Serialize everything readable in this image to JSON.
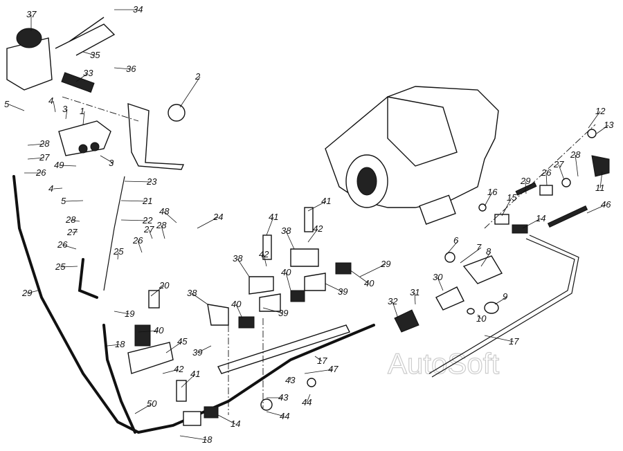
{
  "diagram": {
    "title": "Clutch hydraulic release drive - exploded view",
    "watermark": "AutoSoft",
    "callouts": [
      "37",
      "34",
      "35",
      "36",
      "33",
      "2",
      "5",
      "4",
      "3",
      "1",
      "28",
      "27",
      "26",
      "49",
      "3",
      "4",
      "23",
      "5",
      "21",
      "48",
      "24",
      "28",
      "22",
      "27",
      "27",
      "28",
      "26",
      "26",
      "25",
      "25",
      "29",
      "20",
      "19",
      "40",
      "18",
      "45",
      "42",
      "41",
      "50",
      "14",
      "18",
      "38",
      "40",
      "39",
      "38",
      "42",
      "41",
      "38",
      "42",
      "41",
      "40",
      "39",
      "39",
      "40",
      "29",
      "31",
      "30",
      "32",
      "17",
      "47",
      "43",
      "43",
      "44",
      "44",
      "17",
      "9",
      "10",
      "8",
      "7",
      "6",
      "16",
      "15",
      "29",
      "14",
      "26",
      "27",
      "28",
      "11",
      "12",
      "13",
      "46"
    ]
  }
}
